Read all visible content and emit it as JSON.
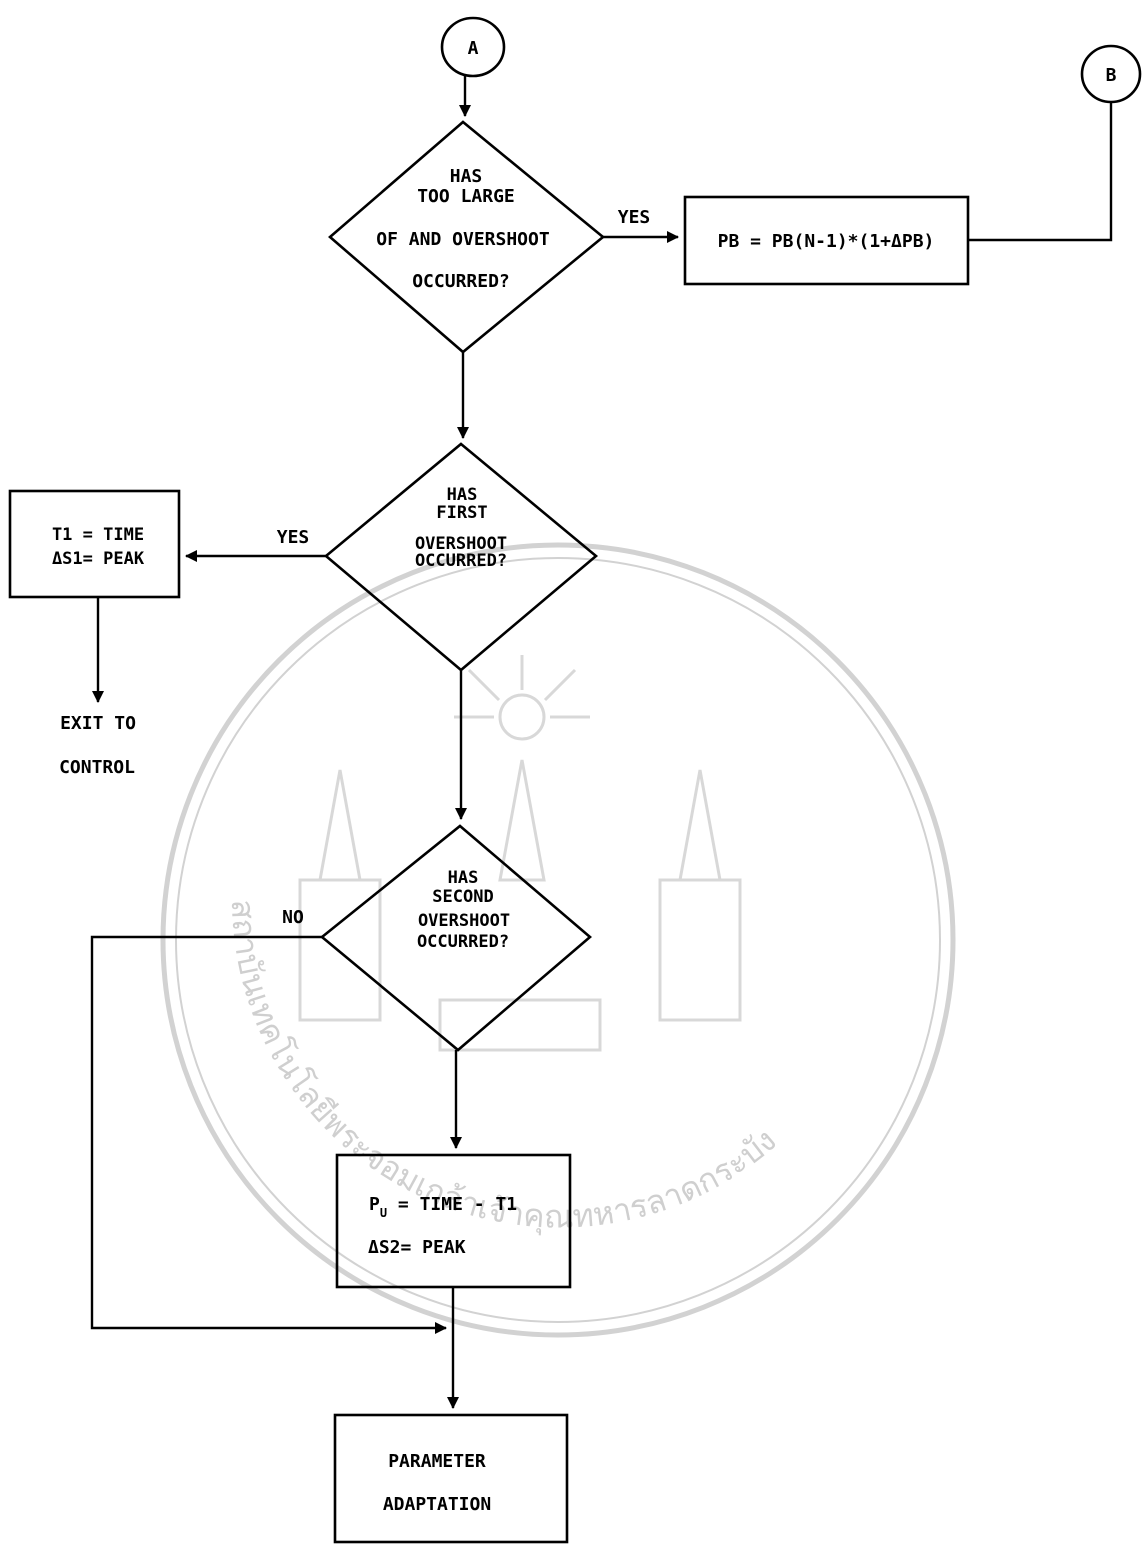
{
  "connectors": {
    "a": "A",
    "b": "B"
  },
  "decision1": {
    "lines": [
      "HAS",
      "TOO LARGE",
      "OF AND OVERSHOOT",
      "OCCURRED?"
    ]
  },
  "yes1": "YES",
  "process_pb": {
    "text": "PB = PB(N-1)*(1+ΔPB)"
  },
  "decision2": {
    "lines": [
      "HAS",
      "FIRST",
      "OVERSHOOT",
      "OCCURRED?"
    ]
  },
  "yes2": "YES",
  "process_t1": {
    "line1": "T1 = TIME",
    "line2": "ΔS1= PEAK"
  },
  "exit": {
    "line1": "EXIT TO",
    "line2": "CONTROL"
  },
  "decision3": {
    "lines": [
      "HAS",
      "SECOND",
      "OVERSHOOT",
      "OCCURRED?"
    ]
  },
  "no3": "NO",
  "process_pu": {
    "p": "P",
    "sub": "U",
    "rest": " = TIME - T1",
    "line2": "ΔS2= PEAK"
  },
  "final": {
    "line1": "PARAMETER",
    "line2": "ADAPTATION"
  },
  "watermark": {
    "text": "สถาบันเทคโนโลยีพระจอมเกล้าเจ้าคุณทหารลาดกระบัง"
  }
}
